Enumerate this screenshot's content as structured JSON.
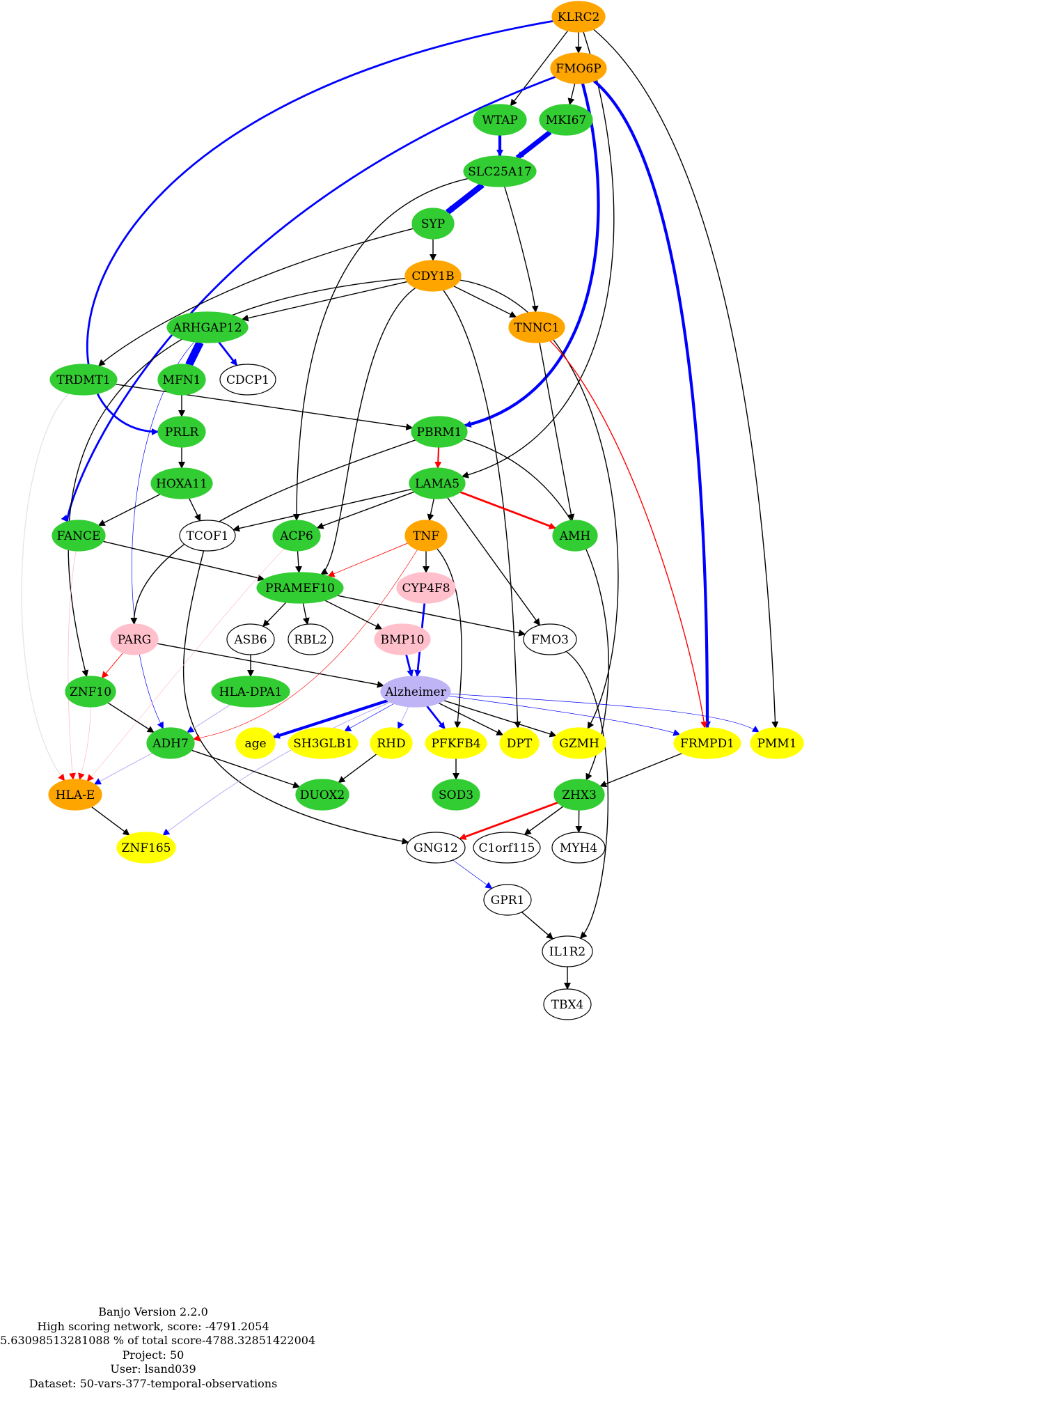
{
  "colors": {
    "orange": "#ffa500",
    "green": "#32cd32",
    "yellow": "#ffff00",
    "pink": "#ffc0cb",
    "lavender": "#bfb4f5",
    "white": "#ffffff",
    "edge_black": "#000000",
    "edge_blue": "#0000ff",
    "edge_red": "#ff0000",
    "edge_pink": "#ffc0cb",
    "edge_lavender": "#bfb4f5",
    "edge_lightgray": "#e6e6e6"
  },
  "nodes": [
    {
      "id": "KLRC2",
      "label": "KLRC2",
      "fill": "orange"
    },
    {
      "id": "FMO6P",
      "label": "FMO6P",
      "fill": "orange"
    },
    {
      "id": "WTAP",
      "label": "WTAP",
      "fill": "green"
    },
    {
      "id": "MKI67",
      "label": "MKI67",
      "fill": "green"
    },
    {
      "id": "SLC25A17",
      "label": "SLC25A17",
      "fill": "green"
    },
    {
      "id": "SYP",
      "label": "SYP",
      "fill": "green"
    },
    {
      "id": "CDY1B",
      "label": "CDY1B",
      "fill": "orange"
    },
    {
      "id": "ARHGAP12",
      "label": "ARHGAP12",
      "fill": "green"
    },
    {
      "id": "TNNC1",
      "label": "TNNC1",
      "fill": "orange"
    },
    {
      "id": "TRDMT1",
      "label": "TRDMT1",
      "fill": "green"
    },
    {
      "id": "MFN1",
      "label": "MFN1",
      "fill": "green"
    },
    {
      "id": "CDCP1",
      "label": "CDCP1",
      "fill": "white"
    },
    {
      "id": "PRLR",
      "label": "PRLR",
      "fill": "green"
    },
    {
      "id": "PBRM1",
      "label": "PBRM1",
      "fill": "green"
    },
    {
      "id": "HOXA11",
      "label": "HOXA11",
      "fill": "green"
    },
    {
      "id": "LAMA5",
      "label": "LAMA5",
      "fill": "green"
    },
    {
      "id": "FANCE",
      "label": "FANCE",
      "fill": "green"
    },
    {
      "id": "TCOF1",
      "label": "TCOF1",
      "fill": "white"
    },
    {
      "id": "ACP6",
      "label": "ACP6",
      "fill": "green"
    },
    {
      "id": "TNF",
      "label": "TNF",
      "fill": "orange"
    },
    {
      "id": "AMH",
      "label": "AMH",
      "fill": "green"
    },
    {
      "id": "PRAMEF10",
      "label": "PRAMEF10",
      "fill": "green"
    },
    {
      "id": "CYP4F8",
      "label": "CYP4F8",
      "fill": "pink"
    },
    {
      "id": "PARG",
      "label": "PARG",
      "fill": "pink"
    },
    {
      "id": "ASB6",
      "label": "ASB6",
      "fill": "white"
    },
    {
      "id": "RBL2",
      "label": "RBL2",
      "fill": "white"
    },
    {
      "id": "BMP10",
      "label": "BMP10",
      "fill": "pink"
    },
    {
      "id": "FMO3",
      "label": "FMO3",
      "fill": "white"
    },
    {
      "id": "ZNF10",
      "label": "ZNF10",
      "fill": "green"
    },
    {
      "id": "HLA-DPA1",
      "label": "HLA-DPA1",
      "fill": "green"
    },
    {
      "id": "Alzheimer",
      "label": "Alzheimer",
      "fill": "lavender"
    },
    {
      "id": "ADH7",
      "label": "ADH7",
      "fill": "green"
    },
    {
      "id": "age",
      "label": "age",
      "fill": "yellow"
    },
    {
      "id": "SH3GLB1",
      "label": "SH3GLB1",
      "fill": "yellow"
    },
    {
      "id": "RHD",
      "label": "RHD",
      "fill": "yellow"
    },
    {
      "id": "PFKFB4",
      "label": "PFKFB4",
      "fill": "yellow"
    },
    {
      "id": "DPT",
      "label": "DPT",
      "fill": "yellow"
    },
    {
      "id": "GZMH",
      "label": "GZMH",
      "fill": "yellow"
    },
    {
      "id": "FRMPD1",
      "label": "FRMPD1",
      "fill": "yellow"
    },
    {
      "id": "PMM1",
      "label": "PMM1",
      "fill": "yellow"
    },
    {
      "id": "HLA-E",
      "label": "HLA-E",
      "fill": "orange"
    },
    {
      "id": "DUOX2",
      "label": "DUOX2",
      "fill": "green"
    },
    {
      "id": "SOD3",
      "label": "SOD3",
      "fill": "green"
    },
    {
      "id": "ZHX3",
      "label": "ZHX3",
      "fill": "green"
    },
    {
      "id": "ZNF165",
      "label": "ZNF165",
      "fill": "yellow"
    },
    {
      "id": "GNG12",
      "label": "GNG12",
      "fill": "white"
    },
    {
      "id": "C1orf115",
      "label": "C1orf115",
      "fill": "white"
    },
    {
      "id": "MYH4",
      "label": "MYH4",
      "fill": "white"
    },
    {
      "id": "GPR1",
      "label": "GPR1",
      "fill": "white"
    },
    {
      "id": "IL1R2",
      "label": "IL1R2",
      "fill": "white"
    },
    {
      "id": "TBX4",
      "label": "TBX4",
      "fill": "white"
    }
  ],
  "edges": [
    {
      "from": "KLRC2",
      "to": "FMO6P",
      "color": "edge_black",
      "weight": 1
    },
    {
      "from": "KLRC2",
      "to": "WTAP",
      "color": "edge_black",
      "weight": 1
    },
    {
      "from": "KLRC2",
      "to": "LAMA5",
      "color": "edge_black",
      "weight": 1
    },
    {
      "from": "KLRC2",
      "to": "PMM1",
      "color": "edge_black",
      "weight": 1
    },
    {
      "from": "KLRC2",
      "to": "PRLR",
      "color": "edge_blue",
      "weight": 2
    },
    {
      "from": "FMO6P",
      "to": "MKI67",
      "color": "edge_black",
      "weight": 1
    },
    {
      "from": "FMO6P",
      "to": "PBRM1",
      "color": "edge_blue",
      "weight": 3
    },
    {
      "from": "FMO6P",
      "to": "FRMPD1",
      "color": "edge_blue",
      "weight": 3
    },
    {
      "from": "FMO6P",
      "to": "FANCE",
      "color": "edge_blue",
      "weight": 2
    },
    {
      "from": "WTAP",
      "to": "SLC25A17",
      "color": "edge_blue",
      "weight": 3
    },
    {
      "from": "MKI67",
      "to": "SLC25A17",
      "color": "edge_blue",
      "weight": 5
    },
    {
      "from": "SLC25A17",
      "to": "SYP",
      "color": "edge_blue",
      "weight": 6
    },
    {
      "from": "SLC25A17",
      "to": "TNNC1",
      "color": "edge_black",
      "weight": 1
    },
    {
      "from": "SLC25A17",
      "to": "ACP6",
      "color": "edge_black",
      "weight": 1
    },
    {
      "from": "SYP",
      "to": "CDY1B",
      "color": "edge_black",
      "weight": 1
    },
    {
      "from": "SYP",
      "to": "TRDMT1",
      "color": "edge_black",
      "weight": 1
    },
    {
      "from": "CDY1B",
      "to": "ARHGAP12",
      "color": "edge_black",
      "weight": 1
    },
    {
      "from": "CDY1B",
      "to": "TNNC1",
      "color": "edge_black",
      "weight": 1
    },
    {
      "from": "CDY1B",
      "to": "PRAMEF10",
      "color": "edge_black",
      "weight": 1
    },
    {
      "from": "CDY1B",
      "to": "DPT",
      "color": "edge_black",
      "weight": 1
    },
    {
      "from": "CDY1B",
      "to": "GZMH",
      "color": "edge_black",
      "weight": 1
    },
    {
      "from": "CDY1B",
      "to": "ZNF10",
      "color": "edge_black",
      "weight": 1
    },
    {
      "from": "ARHGAP12",
      "to": "MFN1",
      "color": "edge_blue",
      "weight": 8
    },
    {
      "from": "ARHGAP12",
      "to": "CDCP1",
      "color": "edge_blue",
      "weight": 2
    },
    {
      "from": "ARHGAP12",
      "to": "ADH7",
      "color": "edge_blue",
      "weight": 0.5
    },
    {
      "from": "TNNC1",
      "to": "AMH",
      "color": "edge_black",
      "weight": 1
    },
    {
      "from": "TNNC1",
      "to": "FRMPD1",
      "color": "edge_red",
      "weight": 1
    },
    {
      "from": "TRDMT1",
      "to": "PBRM1",
      "color": "edge_black",
      "weight": 1
    },
    {
      "from": "TRDMT1",
      "to": "HLA-E",
      "color": "edge_lightgray",
      "weight": 1
    },
    {
      "from": "MFN1",
      "to": "PRLR",
      "color": "edge_black",
      "weight": 1
    },
    {
      "from": "PRLR",
      "to": "HOXA11",
      "color": "edge_black",
      "weight": 1
    },
    {
      "from": "PBRM1",
      "to": "LAMA5",
      "color": "edge_red",
      "weight": 1.5
    },
    {
      "from": "PBRM1",
      "to": "PARG",
      "color": "edge_black",
      "weight": 1
    },
    {
      "from": "PBRM1",
      "to": "ZHX3",
      "color": "edge_black",
      "weight": 1
    },
    {
      "from": "HOXA11",
      "to": "FANCE",
      "color": "edge_black",
      "weight": 1
    },
    {
      "from": "HOXA11",
      "to": "TCOF1",
      "color": "edge_black",
      "weight": 1
    },
    {
      "from": "LAMA5",
      "to": "TCOF1",
      "color": "edge_black",
      "weight": 1
    },
    {
      "from": "LAMA5",
      "to": "ACP6",
      "color": "edge_black",
      "weight": 1
    },
    {
      "from": "LAMA5",
      "to": "TNF",
      "color": "edge_black",
      "weight": 1
    },
    {
      "from": "LAMA5",
      "to": "AMH",
      "color": "edge_red",
      "weight": 2
    },
    {
      "from": "LAMA5",
      "to": "FMO3",
      "color": "edge_black",
      "weight": 1
    },
    {
      "from": "FANCE",
      "to": "PRAMEF10",
      "color": "edge_black",
      "weight": 1
    },
    {
      "from": "FANCE",
      "to": "HLA-E",
      "color": "edge_pink",
      "weight": 0.6
    },
    {
      "from": "TCOF1",
      "to": "GNG12",
      "color": "edge_black",
      "weight": 1
    },
    {
      "from": "ACP6",
      "to": "PRAMEF10",
      "color": "edge_black",
      "weight": 1
    },
    {
      "from": "ACP6",
      "to": "HLA-E",
      "color": "edge_pink",
      "weight": 0.5
    },
    {
      "from": "TNF",
      "to": "CYP4F8",
      "color": "edge_black",
      "weight": 1
    },
    {
      "from": "TNF",
      "to": "PRAMEF10",
      "color": "edge_red",
      "weight": 0.6
    },
    {
      "from": "TNF",
      "to": "PFKFB4",
      "color": "edge_black",
      "weight": 1
    },
    {
      "from": "TNF",
      "to": "ADH7",
      "color": "edge_red",
      "weight": 0.4
    },
    {
      "from": "PRAMEF10",
      "to": "ASB6",
      "color": "edge_black",
      "weight": 1
    },
    {
      "from": "PRAMEF10",
      "to": "RBL2",
      "color": "edge_black",
      "weight": 1
    },
    {
      "from": "PRAMEF10",
      "to": "BMP10",
      "color": "edge_black",
      "weight": 1
    },
    {
      "from": "PRAMEF10",
      "to": "FMO3",
      "color": "edge_black",
      "weight": 1
    },
    {
      "from": "CYP4F8",
      "to": "Alzheimer",
      "color": "edge_blue",
      "weight": 2
    },
    {
      "from": "PARG",
      "to": "Alzheimer",
      "color": "edge_black",
      "weight": 1
    },
    {
      "from": "PARG",
      "to": "ZNF10",
      "color": "edge_red",
      "weight": 0.6
    },
    {
      "from": "ASB6",
      "to": "HLA-DPA1",
      "color": "edge_black",
      "weight": 1
    },
    {
      "from": "BMP10",
      "to": "Alzheimer",
      "color": "edge_blue",
      "weight": 2
    },
    {
      "from": "FMO3",
      "to": "IL1R2",
      "color": "edge_black",
      "weight": 1
    },
    {
      "from": "ZNF10",
      "to": "ADH7",
      "color": "edge_black",
      "weight": 1
    },
    {
      "from": "ZNF10",
      "to": "HLA-E",
      "color": "edge_pink",
      "weight": 0.6
    },
    {
      "from": "HLA-DPA1",
      "to": "ADH7",
      "color": "edge_lavender",
      "weight": 0.8
    },
    {
      "from": "Alzheimer",
      "to": "age",
      "color": "edge_blue",
      "weight": 3
    },
    {
      "from": "Alzheimer",
      "to": "SH3GLB1",
      "color": "edge_blue",
      "weight": 0.5
    },
    {
      "from": "Alzheimer",
      "to": "RHD",
      "color": "edge_lavender",
      "weight": 0.8
    },
    {
      "from": "Alzheimer",
      "to": "PFKFB4",
      "color": "edge_blue",
      "weight": 2
    },
    {
      "from": "Alzheimer",
      "to": "DPT",
      "color": "edge_black",
      "weight": 1
    },
    {
      "from": "Alzheimer",
      "to": "GZMH",
      "color": "edge_black",
      "weight": 1
    },
    {
      "from": "Alzheimer",
      "to": "FRMPD1",
      "color": "edge_blue",
      "weight": 0.5
    },
    {
      "from": "Alzheimer",
      "to": "PMM1",
      "color": "edge_blue",
      "weight": 0.5
    },
    {
      "from": "Alzheimer",
      "to": "ZNF165",
      "color": "edge_lavender",
      "weight": 0.8
    },
    {
      "from": "ADH7",
      "to": "DUOX2",
      "color": "edge_black",
      "weight": 1
    },
    {
      "from": "ADH7",
      "to": "HLA-E",
      "color": "edge_lavender",
      "weight": 0.8
    },
    {
      "from": "RHD",
      "to": "DUOX2",
      "color": "edge_black",
      "weight": 1
    },
    {
      "from": "PFKFB4",
      "to": "SOD3",
      "color": "edge_black",
      "weight": 1
    },
    {
      "from": "FRMPD1",
      "to": "ZHX3",
      "color": "edge_black",
      "weight": 1
    },
    {
      "from": "HLA-E",
      "to": "ZNF165",
      "color": "edge_black",
      "weight": 1
    },
    {
      "from": "ZHX3",
      "to": "GNG12",
      "color": "edge_red",
      "weight": 2
    },
    {
      "from": "ZHX3",
      "to": "C1orf115",
      "color": "edge_black",
      "weight": 1
    },
    {
      "from": "ZHX3",
      "to": "MYH4",
      "color": "edge_black",
      "weight": 1
    },
    {
      "from": "GNG12",
      "to": "GPR1",
      "color": "edge_blue",
      "weight": 0.5
    },
    {
      "from": "GPR1",
      "to": "IL1R2",
      "color": "edge_black",
      "weight": 1
    },
    {
      "from": "IL1R2",
      "to": "TBX4",
      "color": "edge_black",
      "weight": 1
    }
  ],
  "footer": {
    "line1": "Banjo Version 2.2.0",
    "line2": "High scoring network, score: -4791.2054",
    "line3": "5.63098513281088 % of total score-4788.32851422004",
    "line4": "Project: 50",
    "line5": "User: lsand039",
    "line6": "Dataset: 50-vars-377-temporal-observations"
  }
}
